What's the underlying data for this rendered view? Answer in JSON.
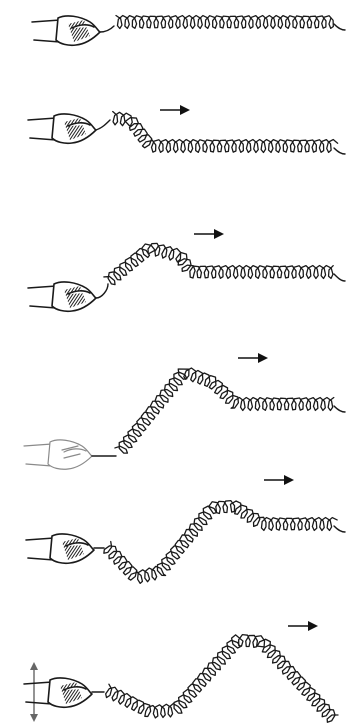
{
  "figure": {
    "type": "sequence",
    "panel_count": 6,
    "panels": [
      {
        "id": 1,
        "direction_arrow": false,
        "hand_motion_indicator": false
      },
      {
        "id": 2,
        "direction_arrow": true,
        "hand_motion_indicator": false
      },
      {
        "id": 3,
        "direction_arrow": true,
        "hand_motion_indicator": false
      },
      {
        "id": 4,
        "direction_arrow": true,
        "hand_motion_indicator": false
      },
      {
        "id": 5,
        "direction_arrow": true,
        "hand_motion_indicator": false
      },
      {
        "id": 6,
        "direction_arrow": true,
        "hand_motion_indicator": true
      }
    ]
  },
  "icons": {
    "hand": "hand-icon",
    "arrow": "right-arrow-icon",
    "vertical_motion": "up-down-arrow-icon"
  }
}
